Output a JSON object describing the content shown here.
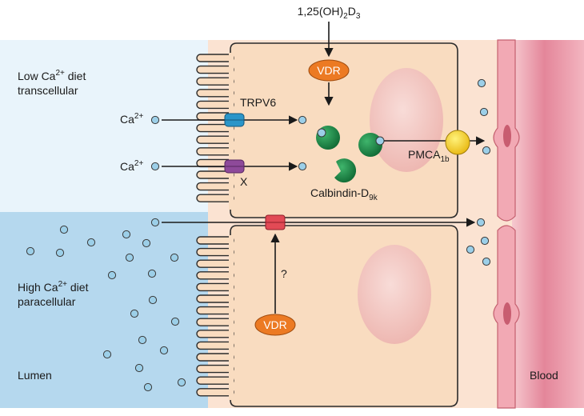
{
  "hormone": {
    "base": "1,25(OH)",
    "sub1": "2",
    "mid": "D",
    "sub2": "3"
  },
  "labels": {
    "vdr_top": "VDR",
    "vdr_bottom": "VDR",
    "trpv6": "TRPV6",
    "x_channel": "X",
    "calbindin_base": "Calbindin-D",
    "calbindin_sub": "9k",
    "pmca_base": "PMCA",
    "pmca_sub": "1b",
    "question": "?",
    "lumen": "Lumen",
    "blood": "Blood"
  },
  "low_diet": {
    "line1_a": "Low Ca",
    "line1_sup": "2+",
    "line1_b": " diet",
    "line2": "transcellular"
  },
  "high_diet": {
    "line1_a": "High Ca",
    "line1_sup": "2+",
    "line1_b": " diet",
    "line2": "paracellular"
  },
  "ca_ion": {
    "base": "Ca",
    "sup": "2+"
  },
  "colors": {
    "cell": "#f9dcc0",
    "cell_border": "#2b2b2b",
    "nucleus": "#f3c9c4",
    "lumen_low": "#e9f4fb",
    "lumen_high": "#b5d8ee",
    "blood": "#e88ca0",
    "vdr": "#ec7a23",
    "trpv6": "#2a95c9",
    "x_channel": "#8e4a9a",
    "tight_junction": "#e24a55",
    "calbindin": "#1f8a4a",
    "pmca": "#f4d21f",
    "ion": "#9ccfe8"
  }
}
